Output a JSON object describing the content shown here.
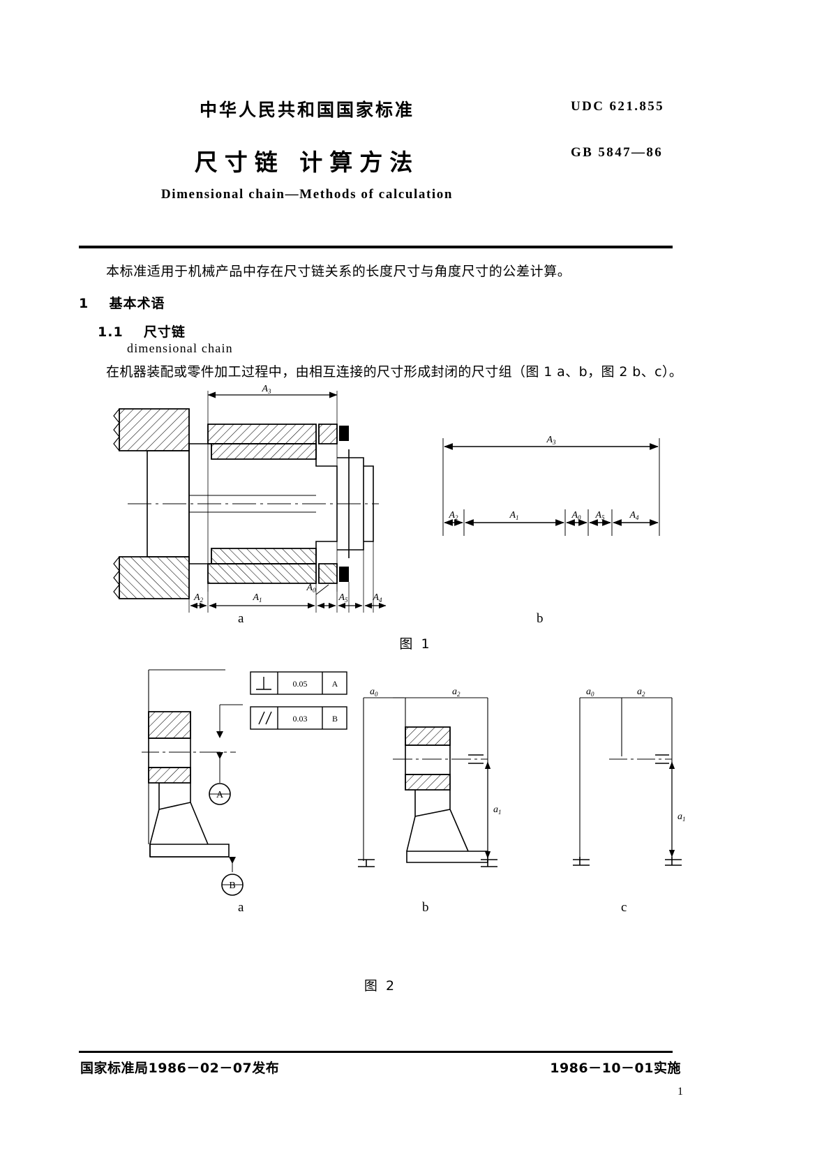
{
  "header": {
    "org_cn": "中华人民共和国国家标准",
    "title_cn": "尺寸链  计算方法",
    "title_en": "Dimensional chain—Methods of calculation",
    "udc": "UDC 621.855",
    "standard_no": "GB 5847—86"
  },
  "body": {
    "scope": "本标准适用于机械产品中存在尺寸链关系的长度尺寸与角度尺寸的公差计算。",
    "section1_num": "1",
    "section1_title": "基本术语",
    "section11_num": "1.1",
    "section11_title": "尺寸链",
    "section11_en": "dimensional chain",
    "section11_def": "在机器装配或零件加工过程中，由相互连接的尺寸形成封闭的尺寸组（图 1 a、b，图 2 b、c）。"
  },
  "figure1": {
    "caption": "图 1",
    "sub_a": "a",
    "sub_b": "b",
    "labels": {
      "A0": "A",
      "A0s": "0",
      "A1": "A",
      "A1s": "1",
      "A2": "A",
      "A2s": "2",
      "A3": "A",
      "A3s": "3",
      "A4": "A",
      "A4s": "4",
      "A5": "A",
      "A5s": "5"
    }
  },
  "figure2": {
    "caption": "图 2",
    "sub_a": "a",
    "sub_b": "b",
    "sub_c": "c",
    "tolerance_frames": [
      {
        "symbol": "perpendicularity",
        "value": "0.05",
        "datum": "A"
      },
      {
        "symbol": "parallelism",
        "value": "0.03",
        "datum": "B"
      }
    ],
    "datum_a": "A",
    "datum_b": "B",
    "labels": {
      "a0": "a",
      "a0s": "0",
      "a1": "a",
      "a1s": "1",
      "a2": "a",
      "a2s": "2"
    }
  },
  "footer": {
    "left": "国家标准局1986－02－07发布",
    "right": "1986－10－01实施",
    "page": "1"
  },
  "colors": {
    "ink": "#000000",
    "paper": "#ffffff"
  }
}
